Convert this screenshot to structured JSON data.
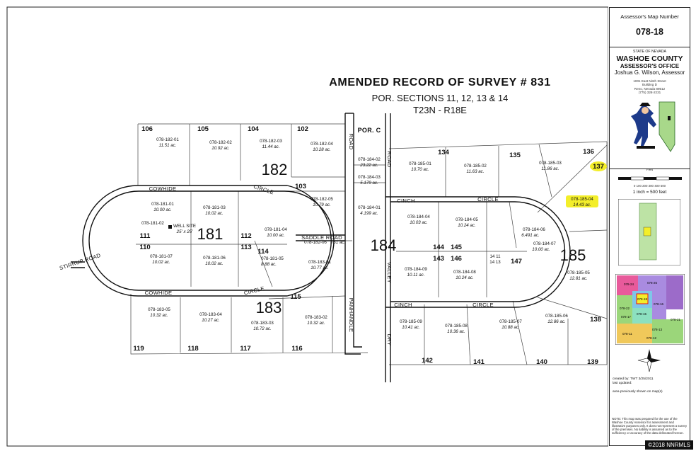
{
  "map_title": {
    "line1": "AMENDED RECORD OF SURVEY # 831",
    "line2": "POR. SECTIONS 11, 12, 13 & 14",
    "line3": "T23N - R18E"
  },
  "blocks": [
    "181",
    "182",
    "183",
    "184",
    "185"
  ],
  "parcels": [
    {
      "lot": "106"
    },
    {
      "lot": "105"
    },
    {
      "lot": "104"
    },
    {
      "lot": "102"
    },
    {
      "lot": "103"
    },
    {
      "lot": "111"
    },
    {
      "lot": "110"
    },
    {
      "lot": "112"
    },
    {
      "lot": "113"
    },
    {
      "lot": "114"
    },
    {
      "lot": "115"
    },
    {
      "lot": "119"
    },
    {
      "lot": "118"
    },
    {
      "lot": "117"
    },
    {
      "lot": "116"
    },
    {
      "lot": "134"
    },
    {
      "lot": "135"
    },
    {
      "lot": "136"
    },
    {
      "lot": "137"
    },
    {
      "lot": "144"
    },
    {
      "lot": "145"
    },
    {
      "lot": "143"
    },
    {
      "lot": "146"
    },
    {
      "lot": "147"
    },
    {
      "lot": "138"
    },
    {
      "lot": "142"
    },
    {
      "lot": "141"
    },
    {
      "lot": "140"
    },
    {
      "lot": "139"
    }
  ],
  "apns": [
    {
      "apn": "078-182-01",
      "acres": "11.51 ac."
    },
    {
      "apn": "078-182-02",
      "acres": "10.92 ac."
    },
    {
      "apn": "078-182-03",
      "acres": "11.44 ac."
    },
    {
      "apn": "078-182-04",
      "acres": "10.28 ac."
    },
    {
      "apn": "078-182-05",
      "acres": "10.79 ac."
    },
    {
      "apn": "078-181-01",
      "acres": "10.00 ac."
    },
    {
      "apn": "078-181-03",
      "acres": "10.02 ac."
    },
    {
      "apn": "078-181-02",
      "acres": ""
    },
    {
      "apn": "078-181-04",
      "acres": "10.00 ac."
    },
    {
      "apn": "078-182-06",
      "acres": "761 ac."
    },
    {
      "apn": "078-181-07",
      "acres": "10.02 ac."
    },
    {
      "apn": "078-181-06",
      "acres": "10.02 ac."
    },
    {
      "apn": "078-181-05",
      "acres": "8.88 ac."
    },
    {
      "apn": "078-183-01",
      "acres": "10.77 ac."
    },
    {
      "apn": "078-183-05",
      "acres": "10.32 ac."
    },
    {
      "apn": "078-183-04",
      "acres": "10.27 ac."
    },
    {
      "apn": "078-183-03",
      "acres": "10.72 ac."
    },
    {
      "apn": "078-183-02",
      "acres": "10.32 ac."
    },
    {
      "apn": "078-184-02",
      "acres": "23.22 ac."
    },
    {
      "apn": "078-184-03",
      "acres": "5.179 ac."
    },
    {
      "apn": "078-184-01",
      "acres": "4.199 ac."
    },
    {
      "apn": "078-185-01",
      "acres": "10.70 ac."
    },
    {
      "apn": "078-185-02",
      "acres": "11.63 ac."
    },
    {
      "apn": "078-185-03",
      "acres": "11.86 ac."
    },
    {
      "apn": "078-185-04",
      "acres": "14.43 ac."
    },
    {
      "apn": "078-184-04",
      "acres": "10.03 ac."
    },
    {
      "apn": "078-184-05",
      "acres": "10.24 ac."
    },
    {
      "apn": "078-184-06",
      "acres": "6.491 ac."
    },
    {
      "apn": "078-184-07",
      "acres": "10.00 ac."
    },
    {
      "apn": "078-184-09",
      "acres": "10.11 ac."
    },
    {
      "apn": "078-184-08",
      "acres": "10.24 ac."
    },
    {
      "apn": "078-185-05",
      "acres": "12.81 ac."
    },
    {
      "apn": "078-185-09",
      "acres": "10.41 ac."
    },
    {
      "apn": "078-185-08",
      "acres": "10.36 ac."
    },
    {
      "apn": "078-185-07",
      "acres": "10.88 ac."
    },
    {
      "apn": "078-185-06",
      "acres": "12.86 ac."
    }
  ],
  "streets": {
    "cowhide_top": "COWHIDE",
    "circle_top_left": "CIRCLE",
    "cowhide_bottom": "COWHIDE",
    "circle_bottom_left": "CIRCLE",
    "saddle_road": "SADDLE ROAD",
    "stirrup_road": "STIRRUP ROAD",
    "cinch_top": "CINCH",
    "circle_top_right": "CIRCLE",
    "cinch_bottom": "CINCH",
    "circle_bottom_right": "CIRCLE",
    "por_c": "POR. C",
    "road_vertical": "ROAD",
    "panhandle": "PANHANDLE",
    "valley": "VALLEY",
    "dry": "DRY"
  },
  "misc_labels": {
    "well_site": "WELL SITE",
    "well_dims": "25' x 25'",
    "pt_14_11": "14 11",
    "pt_14_13": "14 13"
  },
  "sidebar": {
    "header_line1": "Assessor's Map Number",
    "map_number": "078-18",
    "state": "STATE OF NEVADA",
    "county": "WASHOE COUNTY",
    "office": "ASSESSOR'S OFFICE",
    "assessor": "Joshua G. Wilson, Assessor",
    "address1": "1001 East Ninth Street",
    "address2": "Building D",
    "address3": "Reno, Nevada  89512",
    "phone": "(775) 328-2231",
    "feet_label": "Feet",
    "scale_ticks": "0   100   200   300   400   500",
    "scale_ratio": "1 inch = 500 feet",
    "created_by": "created by:",
    "created_by_value": "TWT 3/25/2011",
    "last_updated": "last updated:",
    "area_prev": "area previously shown on map(s)",
    "note": "NOTE: This map was prepared for the use of the Washoe County Assessor for assessment and illustrative purposes only. It does not represent a survey of the premises. No liability is assumed as to the sufficiency or accuracy of the data delineated hereon.",
    "vicinity_labels": [
      "078-24",
      "078-25",
      "078-22",
      "078-17",
      "078-18",
      "078-16",
      "078-21",
      "078-13",
      "078-11",
      "078-12",
      "078-15"
    ]
  },
  "copyright": "©2018 NNRMLS",
  "highlight_color": "#f3ee2a",
  "vicinity_colors": [
    "#e85a9b",
    "#9bd67a",
    "#7fc6e8",
    "#a98be0",
    "#f0c85a",
    "#8ce0c0"
  ]
}
